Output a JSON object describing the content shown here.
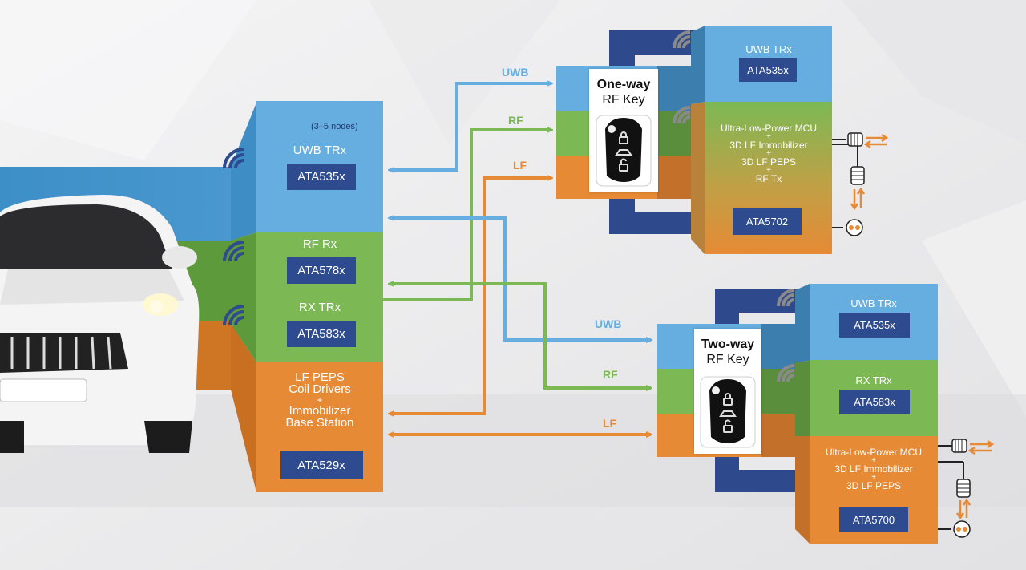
{
  "colors": {
    "uwb": "#66aee0",
    "rf": "#7cb955",
    "lf": "#e68a35",
    "chip": "#2d4b8e",
    "frame": "#2f4a8c"
  },
  "car_module": {
    "nodes_note": "(3–5 nodes)",
    "uwb_title": "UWB TRx",
    "uwb_chip": "ATA535x",
    "rf_title": "RF Rx",
    "rf_chip": "ATA578x",
    "rx_title": "RX TRx",
    "rx_chip": "ATA583x",
    "lf_title_lines": [
      "LF PEPS",
      "Coil Drivers",
      "+",
      "Immobilizer",
      "Base Station"
    ],
    "lf_chip": "ATA529x"
  },
  "one_way": {
    "key_title_bold": "One-way",
    "key_title": "RF Key",
    "uwb_title": "UWB TRx",
    "uwb_chip": "ATA535x",
    "mcu_lines": [
      "Ultra-Low-Power MCU",
      "+",
      "3D LF Immobilizer",
      "+",
      "3D LF PEPS",
      "+",
      "RF Tx"
    ],
    "mcu_chip": "ATA5702"
  },
  "two_way": {
    "key_title_bold": "Two-way",
    "key_title": "RF Key",
    "uwb_title": "UWB TRx",
    "uwb_chip": "ATA535x",
    "rx_title": "RX TRx",
    "rx_chip": "ATA583x",
    "mcu_lines": [
      "Ultra-Low-Power MCU",
      "+",
      "3D LF Immobilizer",
      "+",
      "3D LF PEPS"
    ],
    "mcu_chip": "ATA5700"
  },
  "links": {
    "uwb_top": "UWB",
    "rf_top": "RF",
    "lf_top": "LF",
    "uwb_bottom": "UWB",
    "rf_bottom": "RF",
    "lf_bottom": "LF"
  },
  "icons": [
    "wireless-signal-icon",
    "car-key-fob-icon",
    "coil-antenna-icon",
    "bidirectional-arrow-icon",
    "connector-icon"
  ]
}
